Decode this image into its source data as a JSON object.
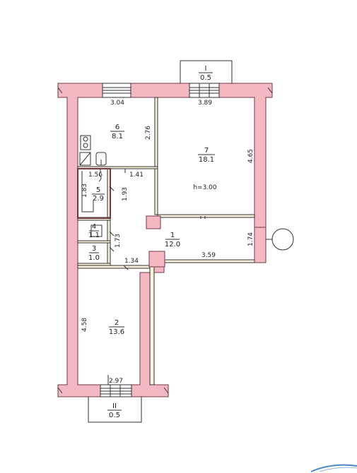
{
  "colors": {
    "wall_fill": "#f4b8c3",
    "wall_stroke": "#6f3a44",
    "line": "#333333",
    "window_fill": "#ffffff",
    "background": "#ffffff",
    "partition_fill": "#f7f1dc",
    "accent_logo": "#4a88c8"
  },
  "rooms": [
    {
      "id": "1",
      "area": "12.0"
    },
    {
      "id": "2",
      "area": "13.6"
    },
    {
      "id": "3",
      "area": "1.0"
    },
    {
      "id": "4",
      "area": "1.1"
    },
    {
      "id": "5",
      "area": "2.9"
    },
    {
      "id": "6",
      "area": "8.1"
    },
    {
      "id": "7",
      "area": "18.1"
    }
  ],
  "balconies": [
    {
      "id": "I",
      "area": "0.5"
    },
    {
      "id": "II",
      "area": "0.5"
    }
  ],
  "dimensions": {
    "top_left_width": "3.04",
    "top_right_width": "3.89",
    "room6_height": "2.76",
    "room7_height": "4.65",
    "bath_width": "1.56",
    "bath_height": "1.83",
    "bath_partition": "1.93",
    "hall_segment": "1.41",
    "closet_height": "1.73",
    "corridor_right_width": "3.59",
    "corridor_left_width": "1.34",
    "corridor_height": "1.74",
    "room2_height": "4.58",
    "bottom_width": "2.97"
  },
  "ceiling_height": "h=3.00",
  "icons": [
    "stove-icon",
    "sink-icon",
    "bathtub-icon",
    "toilet-icon",
    "riser-circle-icon"
  ]
}
